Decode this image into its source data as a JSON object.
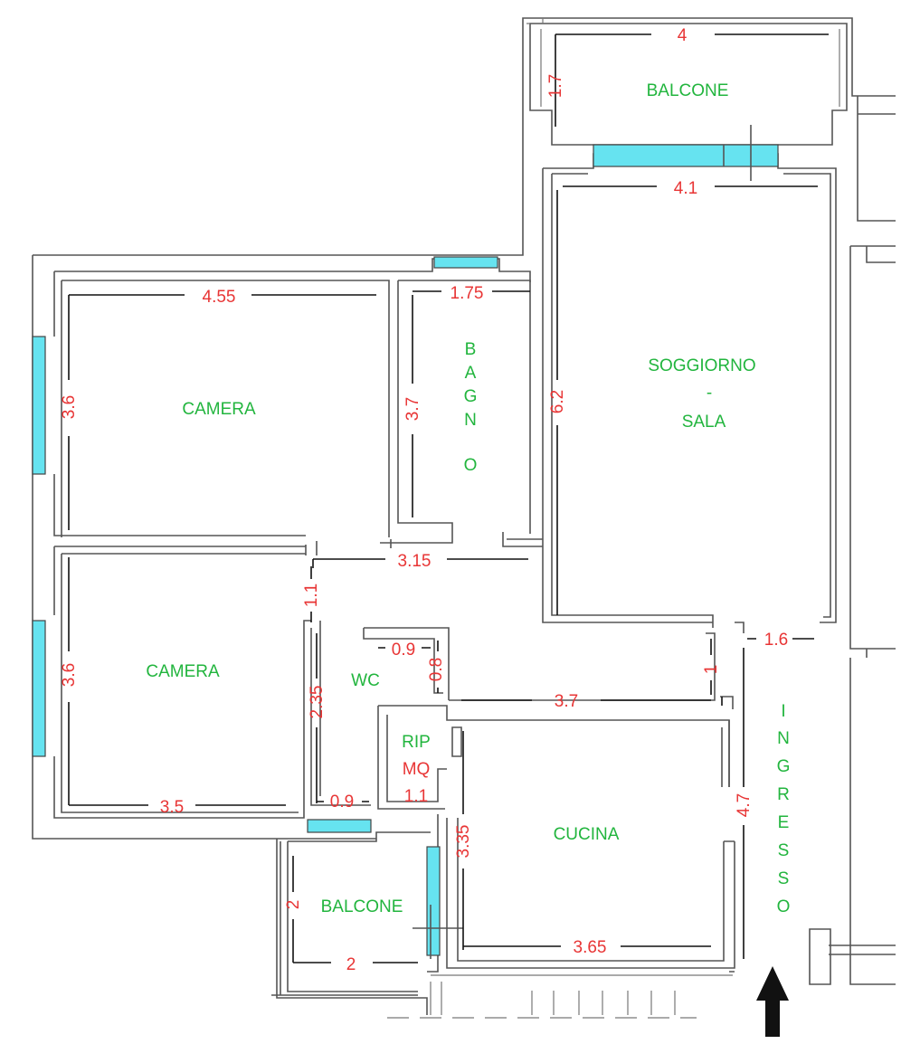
{
  "rooms": {
    "balcone_top": "BALCONE",
    "soggiorno_line1": "SOGGIORNO",
    "soggiorno_line2": "-",
    "soggiorno_line3": "SALA",
    "camera_top": "CAMERA",
    "camera_bottom": "CAMERA",
    "bagno_letters": [
      "B",
      "A",
      "G",
      "N",
      "O"
    ],
    "wc": "WC",
    "rip": "RIP",
    "cucina": "CUCINA",
    "balcone_bottom": "BALCONE",
    "ingresso_letters": [
      "I",
      "N",
      "G",
      "R",
      "E",
      "S",
      "S",
      "O"
    ]
  },
  "rip_area": {
    "unit": "MQ",
    "value": "1.1"
  },
  "dimensions": {
    "balcone_top_width": "4",
    "balcone_top_depth": "1.7",
    "soggiorno_width": "4.1",
    "soggiorno_depth": "6.2",
    "camera_top_width": "4.55",
    "camera_top_depth": "3.6",
    "bagno_width": "1.75",
    "bagno_depth": "3.7",
    "corridor_length": "3.15",
    "corridor_width": "1.1",
    "camera_bottom_depth": "3.6",
    "camera_bottom_width": "3.5",
    "wc_width": "0.9",
    "wc_depth": "0.8",
    "wc_length": "2.35",
    "wc_bottom": "0.9",
    "ingresso_width": "1.6",
    "ingresso_depth": "1",
    "ingresso_length": "4.7",
    "cucina_top": "3.7",
    "cucina_depth": "3.35",
    "cucina_width": "3.65",
    "balcone_bottom_depth": "2",
    "balcone_bottom_width": "2"
  },
  "colors": {
    "room_label": "#22b53e",
    "dimension_label": "#e83535",
    "window": "#66e3f0",
    "wall": "#555555"
  },
  "icons": {
    "entrance": "arrow-up-icon"
  }
}
